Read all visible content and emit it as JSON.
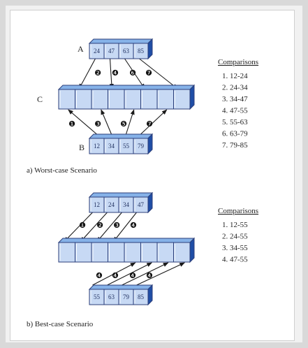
{
  "colors": {
    "cell_fill": "#c7d9f4",
    "cell_top": "#86b2e8",
    "cell_side": "#1f4ea6",
    "cell_border": "#2c3f7a",
    "number_text": "#1f2f5e",
    "arrow": "#1a1a1a"
  },
  "worst_case": {
    "label_a": "A",
    "label_b": "B",
    "label_c": "C",
    "array_a": [
      "24",
      "47",
      "63",
      "85"
    ],
    "array_b": [
      "12",
      "34",
      "55",
      "79"
    ],
    "merged_cell_count": 8,
    "upper_steps": [
      "❷",
      "❹",
      "❻",
      "❼"
    ],
    "lower_steps": [
      "❶",
      "❸",
      "❺",
      "❼"
    ],
    "caption": "a) Worst-case Scenario",
    "comparisons_title": "Comparisons",
    "comparisons": [
      "1. 12-24",
      "2. 24-34",
      "3. 34-47",
      "4. 47-55",
      "5. 55-63",
      "6. 63-79",
      "7. 79-85"
    ]
  },
  "best_case": {
    "array_top": [
      "12",
      "24",
      "34",
      "47"
    ],
    "array_bottom": [
      "55",
      "63",
      "79",
      "85"
    ],
    "merged_cell_count": 8,
    "upper_steps": [
      "❶",
      "❷",
      "❸",
      "❹"
    ],
    "lower_steps": [
      "❹",
      "❹",
      "❹",
      "❹"
    ],
    "caption": "b) Best-case Scenario",
    "comparisons_title": "Comparisons",
    "comparisons": [
      "1. 12-55",
      "2. 24-55",
      "3. 34-55",
      "4. 47-55"
    ]
  }
}
